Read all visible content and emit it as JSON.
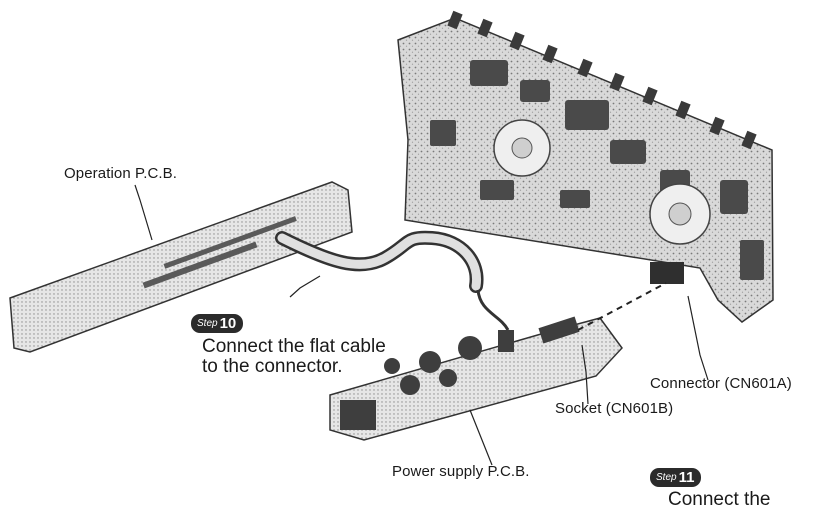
{
  "labels": {
    "operation_pcb": "Operation P.C.B.",
    "connector": "Connector (CN601A)",
    "socket": "Socket (CN601B)",
    "power_supply_pcb": "Power supply P.C.B."
  },
  "steps": [
    {
      "word": "Step",
      "number": "10",
      "lines": [
        "Connect the flat cable",
        "to the connector."
      ]
    },
    {
      "word": "Step",
      "number": "11",
      "lines": [
        "Connect the"
      ]
    }
  ]
}
